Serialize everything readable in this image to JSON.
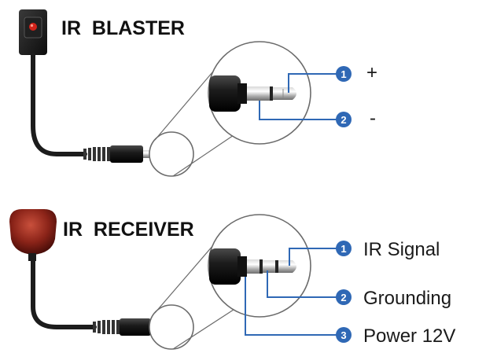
{
  "blaster": {
    "title": "IR  BLASTER",
    "pins": [
      {
        "number": "1",
        "label": "+"
      },
      {
        "number": "2",
        "label": "-"
      }
    ]
  },
  "receiver": {
    "title": "IR  RECEIVER",
    "pins": [
      {
        "number": "1",
        "label": "IR Signal"
      },
      {
        "number": "2",
        "label": "Grounding"
      },
      {
        "number": "3",
        "label": "Power 12V"
      }
    ]
  },
  "colors": {
    "accent": "#2f68b5",
    "badge": "#2f68b5",
    "receiver_head": "#7a1a14",
    "cable": "#1c1c1c"
  }
}
